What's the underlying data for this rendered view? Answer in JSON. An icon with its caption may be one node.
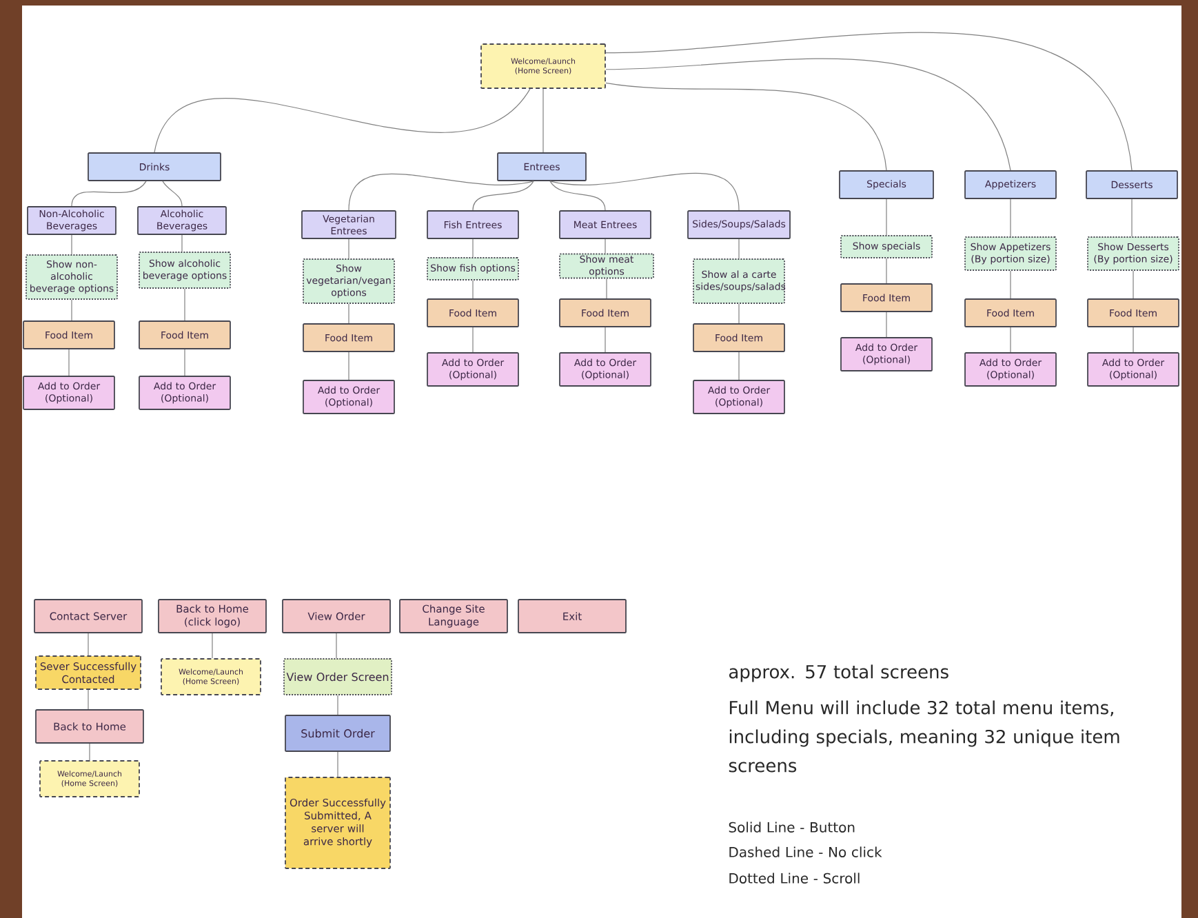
{
  "diagram": {
    "nodes": [
      {
        "text": [
          "Welcome/Launch (Home Screen)"
        ]
      },
      {
        "text": [
          "Drinks"
        ]
      },
      {
        "text": [
          "Entrees"
        ]
      },
      {
        "text": [
          "Specials"
        ]
      },
      {
        "text": [
          "Appetizers"
        ]
      },
      {
        "text": [
          "Desserts"
        ]
      },
      {
        "text": [
          "Non-Alcoholic Beverages"
        ]
      },
      {
        "text": [
          "Alcoholic Beverages"
        ]
      },
      {
        "text": [
          "Show non-alcoholic beverage options"
        ]
      },
      {
        "text": [
          "Show alcoholic beverage options"
        ]
      },
      {
        "text": [
          "Food Item"
        ]
      },
      {
        "text": [
          "Food Item"
        ]
      },
      {
        "text": [
          "Add to Order (Optional)"
        ]
      },
      {
        "text": [
          "Add to Order (Optional)"
        ]
      },
      {
        "text": [
          "Vegetarian Entrees"
        ]
      },
      {
        "text": [
          "Fish Entrees"
        ]
      },
      {
        "text": [
          "Meat Entrees"
        ]
      },
      {
        "text": [
          "Sides/Soups/Salads"
        ]
      },
      {
        "text": [
          "Show vegetarian/vegan options"
        ]
      },
      {
        "text": [
          "Show fish options"
        ]
      },
      {
        "text": [
          "Show meat options"
        ]
      },
      {
        "text": [
          "Show al a carte sides/soups/salads"
        ]
      },
      {
        "text": [
          "Food Item"
        ]
      },
      {
        "text": [
          "Food Item"
        ]
      },
      {
        "text": [
          "Food Item"
        ]
      },
      {
        "text": [
          "Food Item"
        ]
      },
      {
        "text": [
          "Add to Order (Optional)"
        ]
      },
      {
        "text": [
          "Add to Order (Optional)"
        ]
      },
      {
        "text": [
          "Add to Order (Optional)"
        ]
      },
      {
        "text": [
          "Add to Order (Optional)"
        ]
      },
      {
        "text": [
          "Show specials"
        ]
      },
      {
        "text": [
          "Food Item"
        ]
      },
      {
        "text": [
          "Add to Order (Optional)"
        ]
      },
      {
        "text": [
          "Show Appetizers (By portion size)"
        ]
      },
      {
        "text": [
          "Food Item"
        ]
      },
      {
        "text": [
          "Add to Order (Optional)"
        ]
      },
      {
        "text": [
          "Show Desserts (By portion size)"
        ]
      },
      {
        "text": [
          "Food Item"
        ]
      },
      {
        "text": [
          "Add to Order (Optional)"
        ]
      },
      {
        "text": [
          "Contact Server"
        ]
      },
      {
        "text": [
          "Back to Home (click logo)"
        ]
      },
      {
        "text": [
          "View Order"
        ]
      },
      {
        "text": [
          "Change Site Language"
        ]
      },
      {
        "text": [
          "Exit"
        ]
      },
      {
        "text": [
          "Sever Successfully Contacted"
        ]
      },
      {
        "text": [
          "Welcome/Launch (Home Screen)"
        ]
      },
      {
        "text": [
          "Back to Home"
        ]
      },
      {
        "text": [
          "Welcome/Launch (Home Screen)"
        ]
      },
      {
        "text": [
          "View Order Screen"
        ]
      },
      {
        "text": [
          "Submit Order"
        ]
      },
      {
        "text": [
          "Order Successfully Submitted, A server will arrive shortly"
        ]
      }
    ],
    "edges": [
      {
        "from": 0,
        "to": 1,
        "arrow": "none"
      },
      {
        "from": 0,
        "to": 2,
        "arrow": "none"
      },
      {
        "from": 0,
        "to": 3,
        "arrow": "none"
      },
      {
        "from": 0,
        "to": 4,
        "arrow": "none"
      },
      {
        "from": 0,
        "to": 5,
        "arrow": "none"
      },
      {
        "from": 1,
        "to": 6,
        "arrow": "none"
      },
      {
        "from": 1,
        "to": 7,
        "arrow": "none"
      },
      {
        "from": 6,
        "to": 8,
        "arrow": "none"
      },
      {
        "from": 8,
        "to": 10,
        "arrow": "none"
      },
      {
        "from": 10,
        "to": 12,
        "arrow": "none"
      },
      {
        "from": 7,
        "to": 9,
        "arrow": "none"
      },
      {
        "from": 9,
        "to": 11,
        "arrow": "none"
      },
      {
        "from": 11,
        "to": 13,
        "arrow": "none"
      },
      {
        "from": 2,
        "to": 14,
        "arrow": "none"
      },
      {
        "from": 2,
        "to": 15,
        "arrow": "none"
      },
      {
        "from": 2,
        "to": 16,
        "arrow": "none"
      },
      {
        "from": 2,
        "to": 17,
        "arrow": "none"
      },
      {
        "from": 14,
        "to": 18,
        "arrow": "none"
      },
      {
        "from": 18,
        "to": 22,
        "arrow": "none"
      },
      {
        "from": 22,
        "to": 26,
        "arrow": "none"
      },
      {
        "from": 15,
        "to": 19,
        "arrow": "none"
      },
      {
        "from": 19,
        "to": 23,
        "arrow": "none"
      },
      {
        "from": 23,
        "to": 27,
        "arrow": "none"
      },
      {
        "from": 16,
        "to": 20,
        "arrow": "none"
      },
      {
        "from": 20,
        "to": 24,
        "arrow": "none"
      },
      {
        "from": 24,
        "to": 28,
        "arrow": "none"
      },
      {
        "from": 17,
        "to": 21,
        "arrow": "none"
      },
      {
        "from": 21,
        "to": 25,
        "arrow": "none"
      },
      {
        "from": 25,
        "to": 29,
        "arrow": "none"
      },
      {
        "from": 3,
        "to": 30,
        "arrow": "none"
      },
      {
        "from": 30,
        "to": 31,
        "arrow": "none"
      },
      {
        "from": 31,
        "to": 32,
        "arrow": "none"
      },
      {
        "from": 4,
        "to": 33,
        "arrow": "none"
      },
      {
        "from": 33,
        "to": 34,
        "arrow": "none"
      },
      {
        "from": 34,
        "to": 35,
        "arrow": "none"
      },
      {
        "from": 5,
        "to": 36,
        "arrow": "none"
      },
      {
        "from": 36,
        "to": 37,
        "arrow": "none"
      },
      {
        "from": 37,
        "to": 38,
        "arrow": "none"
      },
      {
        "from": 39,
        "to": 44,
        "arrow": "none"
      },
      {
        "from": 44,
        "to": 46,
        "arrow": "none"
      },
      {
        "from": 46,
        "to": 47,
        "arrow": "none"
      },
      {
        "from": 40,
        "to": 45,
        "arrow": "none"
      },
      {
        "from": 41,
        "to": 48,
        "arrow": "none"
      },
      {
        "from": 48,
        "to": 49,
        "arrow": "none"
      },
      {
        "from": 49,
        "to": 50,
        "arrow": "none"
      }
    ],
    "labels": [
      "approx. 57 total screens",
      "Full Menu will include 32 total menu items, including specials, meaning 32 unique item screens",
      "Solid Line - Button",
      "Dashed Line - No click",
      "Dotted Line - Scroll"
    ]
  }
}
